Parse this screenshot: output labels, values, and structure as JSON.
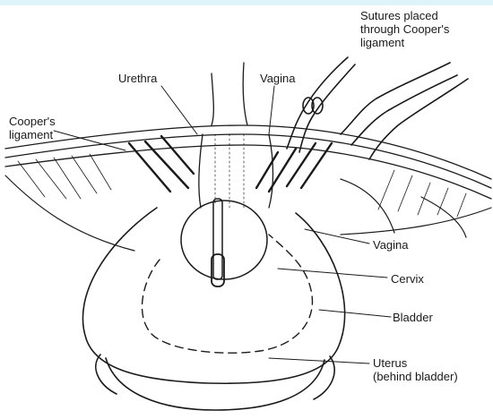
{
  "labels": {
    "sutures_line1": "Sutures placed",
    "sutures_line2": "through Cooper's",
    "sutures_line3": "ligament",
    "urethra": "Urethra",
    "vagina_top": "Vagina",
    "coopers_line1": "Cooper's",
    "coopers_line2": "ligament",
    "vagina_side": "Vagina",
    "cervix": "Cervix",
    "bladder": "Bladder",
    "uterus_line1": "Uterus",
    "uterus_line2": "(behind bladder)"
  },
  "colors": {
    "ink": "#1a1a1a",
    "band": "#dff3fb"
  }
}
